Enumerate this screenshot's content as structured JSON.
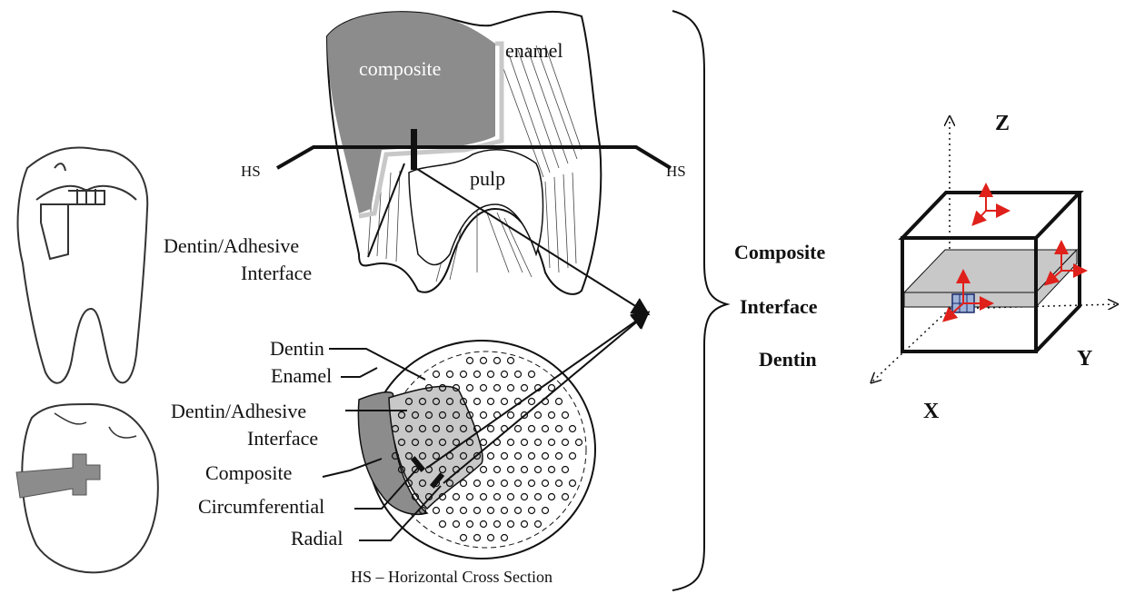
{
  "tooth_section": {
    "composite": "composite",
    "enamel": "enamel",
    "pulp": "pulp",
    "hs_left": "HS",
    "hs_right": "HS",
    "interface_line1": "Dentin/Adhesive",
    "interface_line2": "Interface"
  },
  "cross_section": {
    "dentin": "Dentin",
    "enamel": "Enamel",
    "interface_line1": "Dentin/Adhesive",
    "interface_line2": "Interface",
    "composite": "Composite",
    "circumferential": "Circumferential",
    "radial": "Radial",
    "caption": "HS – Horizontal Cross Section"
  },
  "model": {
    "composite": "Composite",
    "interface": "Interface",
    "dentin": "Dentin",
    "axis_x": "X",
    "axis_y": "Y",
    "axis_z": "Z"
  },
  "colors": {
    "composite_fill": "#8c8c8c",
    "interface_fill": "#c8c8c8",
    "arrow_red": "#e0201a",
    "outline": "#111111"
  }
}
